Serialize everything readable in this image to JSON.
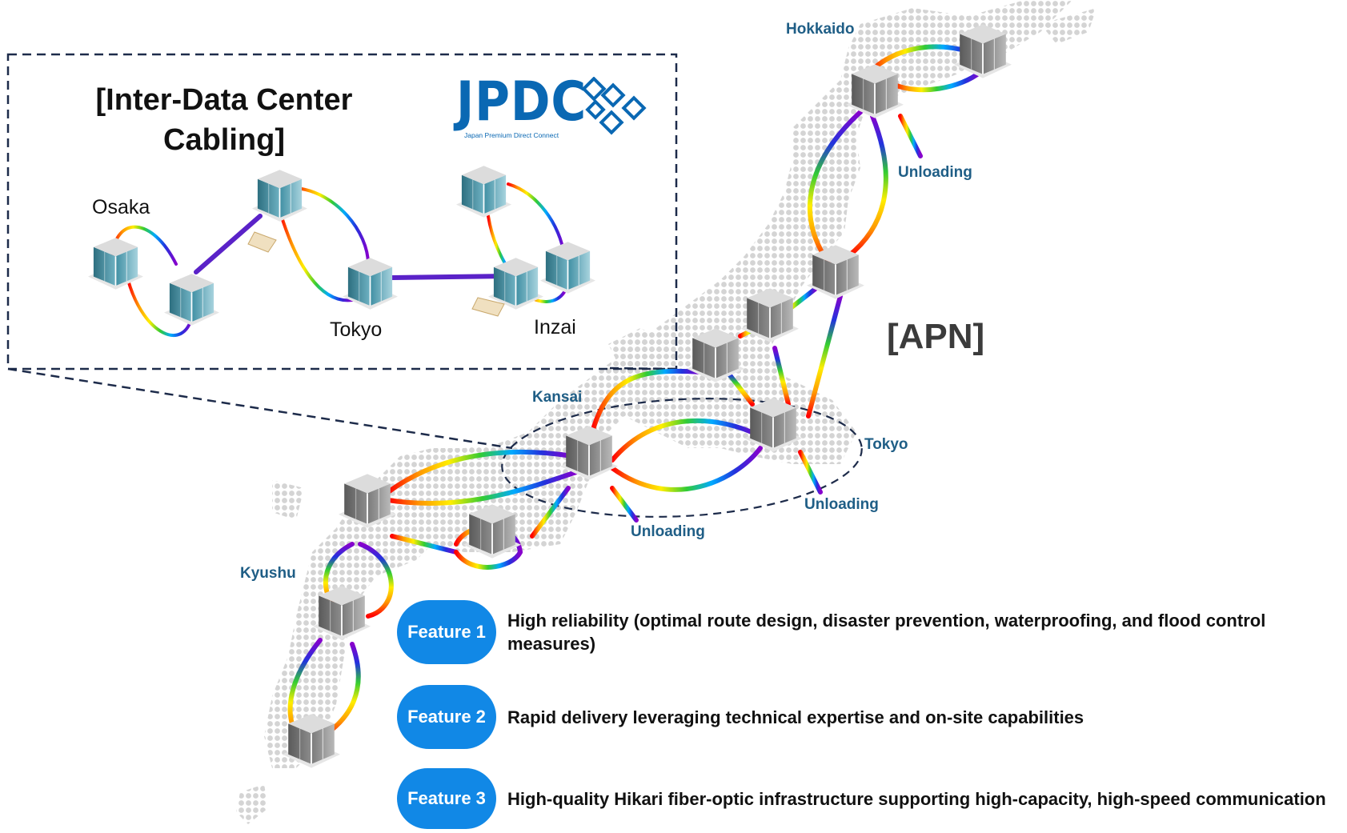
{
  "inset": {
    "title": "[Inter-Data Center Cabling]",
    "logo_text": "JPDC",
    "logo_subtext": "Japan Premium Direct Connect",
    "logo_icon": "linked-diamonds-icon",
    "cities": {
      "osaka": "Osaka",
      "tokyo": "Tokyo",
      "inzai": "Inzai"
    }
  },
  "map": {
    "title": "[APN]",
    "regions": {
      "hokkaido": "Hokkaido",
      "kansai": "Kansai",
      "tokyo": "Tokyo",
      "kyushu": "Kyushu"
    },
    "unloading_label": "Unloading"
  },
  "features": [
    {
      "badge": "Feature 1",
      "text": "High reliability (optimal route design, disaster prevention, waterproofing, and flood control measures)"
    },
    {
      "badge": "Feature 2",
      "text": "Rapid delivery leveraging technical expertise and on-site capabilities"
    },
    {
      "badge": "Feature 3",
      "text": "High-quality Hikari fiber-optic infrastructure supporting high-capacity, high-speed communication"
    }
  ],
  "colors": {
    "region_label": "#1f5e86",
    "feature_badge": "#1188e6",
    "logo": "#0a68b3",
    "map_dots": "#d4d4d4",
    "cable_gradient": [
      "#ff0000",
      "#ff9900",
      "#ffee00",
      "#33cc33",
      "#00aaff",
      "#2233dd",
      "#8800cc"
    ]
  }
}
